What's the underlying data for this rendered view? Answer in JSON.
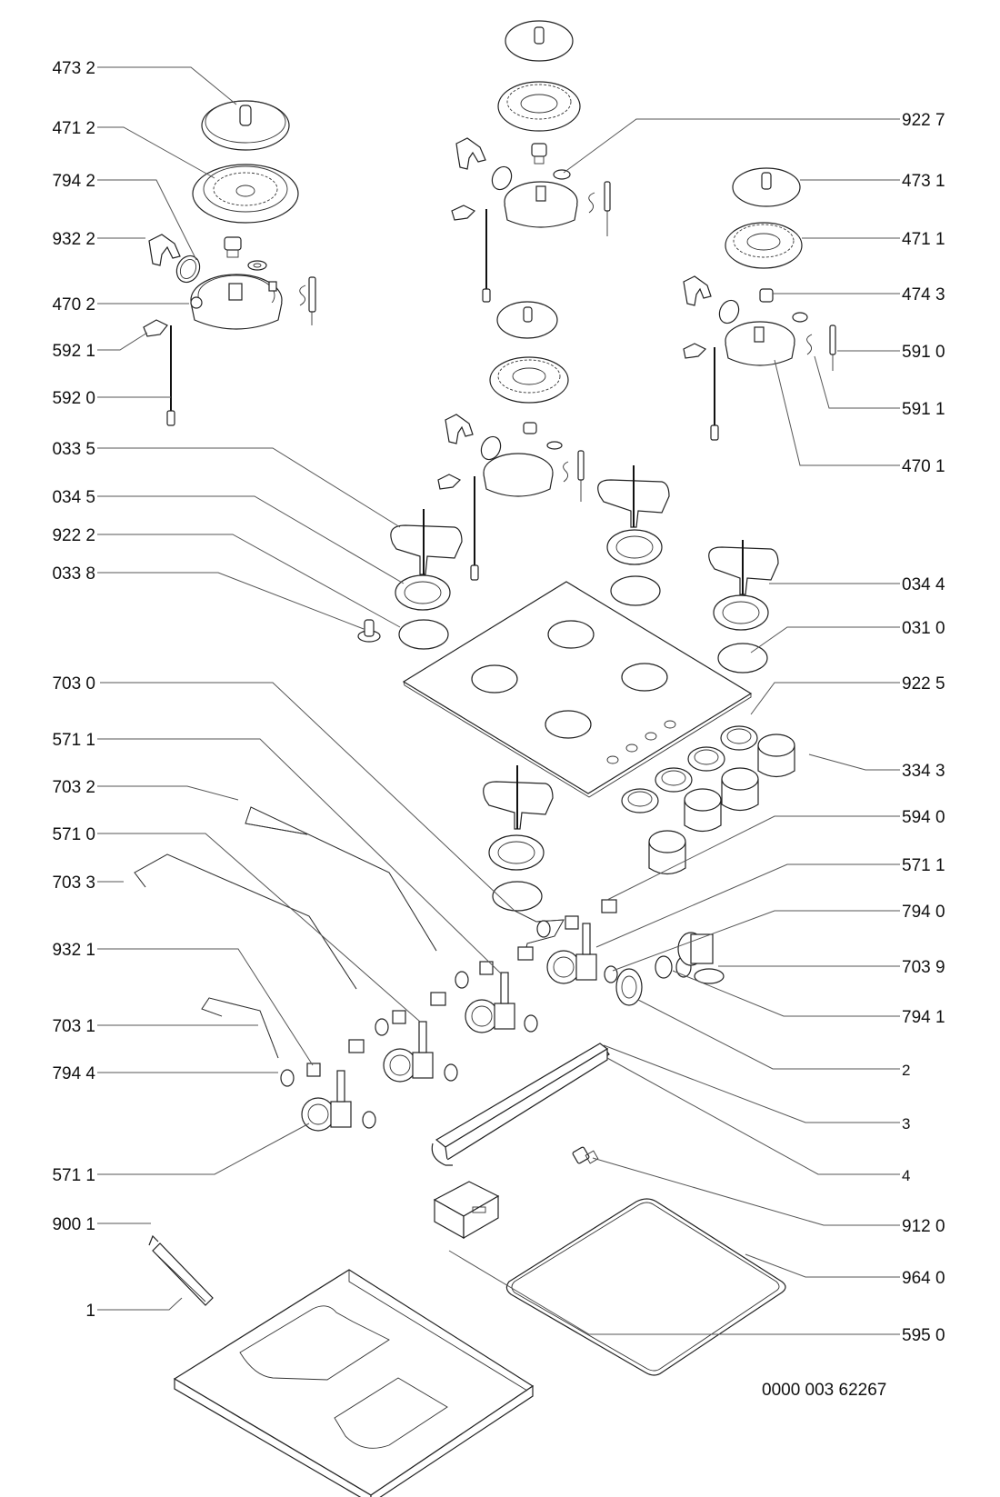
{
  "diagram": {
    "title": "Gas hob exploded parts view",
    "document_number": "0000 003 62267",
    "labels_left": [
      {
        "id": "473-2",
        "text": "473 2"
      },
      {
        "id": "471-2",
        "text": "471 2"
      },
      {
        "id": "794-2",
        "text": "794 2"
      },
      {
        "id": "932-2",
        "text": "932 2"
      },
      {
        "id": "470-2",
        "text": "470 2"
      },
      {
        "id": "592-1",
        "text": "592 1"
      },
      {
        "id": "592-0",
        "text": "592 0"
      },
      {
        "id": "033-5",
        "text": "033 5"
      },
      {
        "id": "034-5",
        "text": "034 5"
      },
      {
        "id": "922-2",
        "text": "922 2"
      },
      {
        "id": "033-8",
        "text": "033 8"
      },
      {
        "id": "703-0",
        "text": "703 0"
      },
      {
        "id": "571-1a",
        "text": "571 1"
      },
      {
        "id": "703-2",
        "text": "703 2"
      },
      {
        "id": "571-0",
        "text": "571 0"
      },
      {
        "id": "703-3",
        "text": "703 3"
      },
      {
        "id": "932-1",
        "text": "932 1"
      },
      {
        "id": "703-1",
        "text": "703 1"
      },
      {
        "id": "794-4",
        "text": "794 4"
      },
      {
        "id": "571-1b",
        "text": "571 1"
      },
      {
        "id": "900-1",
        "text": "900 1"
      },
      {
        "id": "1",
        "text": "1"
      }
    ],
    "labels_right": [
      {
        "id": "922-7",
        "text": "922 7"
      },
      {
        "id": "473-1",
        "text": "473 1"
      },
      {
        "id": "471-1",
        "text": "471 1"
      },
      {
        "id": "474-3",
        "text": "474 3"
      },
      {
        "id": "591-0",
        "text": "591 0"
      },
      {
        "id": "591-1",
        "text": "591 1"
      },
      {
        "id": "470-1",
        "text": "470 1"
      },
      {
        "id": "034-4",
        "text": "034 4"
      },
      {
        "id": "031-0",
        "text": "031 0"
      },
      {
        "id": "922-5",
        "text": "922 5"
      },
      {
        "id": "334-3",
        "text": "334 3"
      },
      {
        "id": "594-0",
        "text": "594 0"
      },
      {
        "id": "571-1c",
        "text": "571 1"
      },
      {
        "id": "794-0",
        "text": "794 0"
      },
      {
        "id": "703-9",
        "text": "703 9"
      },
      {
        "id": "794-1",
        "text": "794 1"
      },
      {
        "id": "2",
        "text": "2"
      },
      {
        "id": "3",
        "text": "3"
      },
      {
        "id": "4",
        "text": "4"
      },
      {
        "id": "912-0",
        "text": "912 0"
      },
      {
        "id": "964-0",
        "text": "964 0"
      },
      {
        "id": "595-0",
        "text": "595 0"
      }
    ]
  }
}
